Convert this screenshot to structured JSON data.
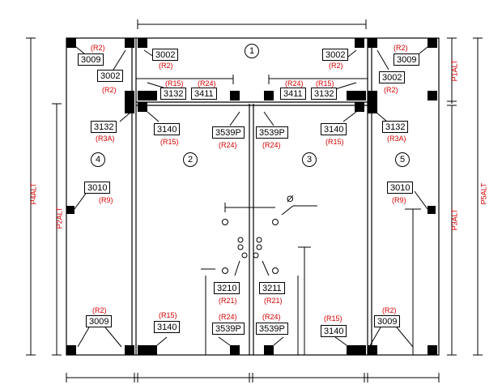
{
  "colors": {
    "line": "#000000",
    "ref": "#d40000",
    "background": "#ffffff"
  },
  "rooms": [
    "1",
    "2",
    "3",
    "4",
    "5"
  ],
  "labels": {
    "l3009_tl": "3009",
    "l3002_tl1": "3002",
    "l3002_tl2": "3002",
    "l3002_tr1": "3002",
    "l3009_tr": "3009",
    "l3002_tr2": "3002",
    "l3132_a": "3132",
    "l3411_a": "3411",
    "l3411_b": "3411",
    "l3132_b": "3132",
    "l3132_l": "3132",
    "l3140_a": "3140",
    "l3539_a": "3539P",
    "l3539_b": "3539P",
    "l3140_b": "3140",
    "l3132_r": "3132",
    "l3010_l": "3010",
    "l3010_r": "3010",
    "l3210": "3210",
    "l3211": "3211",
    "l3009_bl": "3009",
    "l3140_c": "3140",
    "l3539_c": "3539P",
    "l3539_d": "3539P",
    "l3140_d": "3140",
    "l3009_br": "3009"
  },
  "refs": {
    "r_tl1": "(R2)",
    "r_tl2": "(R2)",
    "r_tl3": "(R2)",
    "r_tr1": "(R2)",
    "r_tr2": "(R2)",
    "r_tr3": "(R2)",
    "r_a15": "(R15)",
    "r_a24": "(R24)",
    "r_b24": "(R24)",
    "r_b15": "(R15)",
    "r_l3a": "(R3A)",
    "r_c15": "(R15)",
    "r_c24": "(R24)",
    "r_d24": "(R24)",
    "r_d15": "(R15)",
    "r_r3a": "(R3A)",
    "r_l9": "(R9)",
    "r_r9": "(R9)",
    "r_21a": "(R21)",
    "r_21b": "(R21)",
    "r_bl2": "(R2)",
    "r_e15": "(R15)",
    "r_e24": "(R24)",
    "r_f24": "(R24)",
    "r_f15": "(R15)",
    "r_br2": "(R2)"
  },
  "side_labels": {
    "p4alt": "P4ALT",
    "p2alt": "P2ALT",
    "p1alt": "P1ALT",
    "p3alt": "P3ALT",
    "p5alt": "P5ALT"
  },
  "symbol": "Ø"
}
